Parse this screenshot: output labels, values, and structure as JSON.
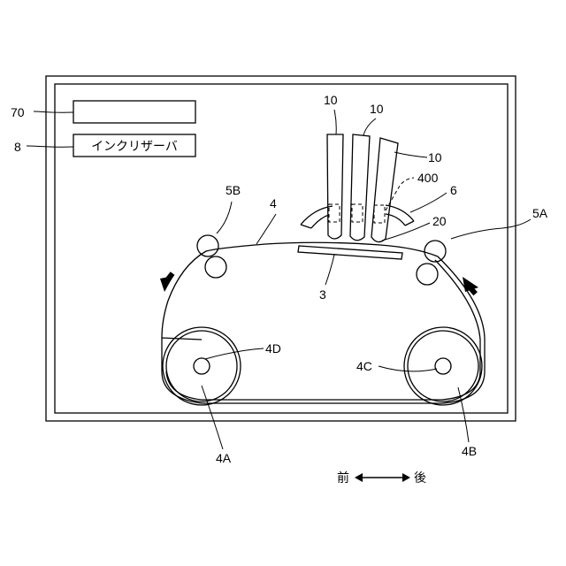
{
  "labels": {
    "controller": "70",
    "ink_reservoir": "8",
    "ink_reservoir_box": "インクリザーバ",
    "head_a": "10",
    "head_b": "10",
    "head_c": "10",
    "nozzle": "400",
    "head_holder": "6",
    "platen_gap": "20",
    "roller_5b": "5B",
    "roller_5a": "5A",
    "belt": "4",
    "platen": "3",
    "shaft_4d": "4D",
    "shaft_4c": "4C",
    "drum_4a": "4A",
    "drum_4b": "4B"
  },
  "direction": {
    "front": "前",
    "back": "後"
  },
  "icons": [
    "arrow-left-icon",
    "arrow-up-icon",
    "double-arrow-icon"
  ]
}
